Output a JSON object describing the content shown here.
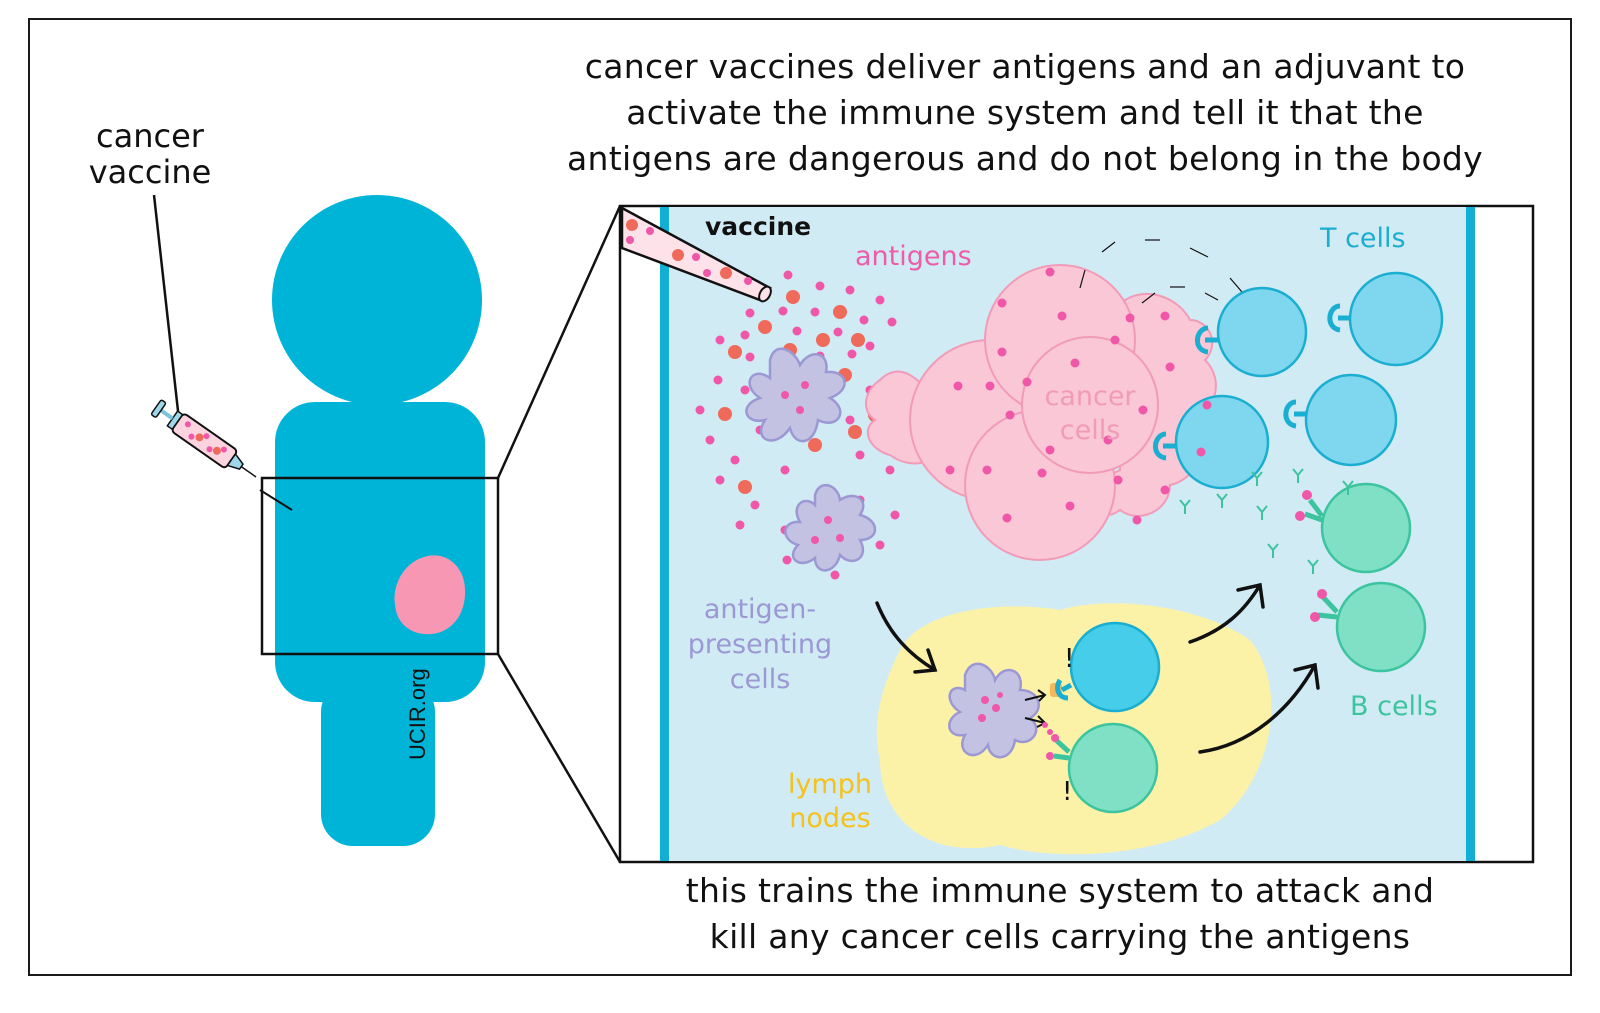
{
  "header": {
    "caption_lines": [
      "cancer vaccines deliver antigens and an adjuvant to",
      "activate the immune system and tell it that the",
      "antigens are dangerous and do not belong in the body"
    ]
  },
  "footer": {
    "caption_lines": [
      "this trains the immune system to attack and",
      "kill any cancer cells carrying the antigens"
    ]
  },
  "left_panel": {
    "syringe_label_lines": [
      "cancer",
      "vaccine"
    ],
    "watermark": "UCIR.org"
  },
  "inset": {
    "labels": {
      "vaccine": "vaccine",
      "antigens": "antigens",
      "t_cells": "T cells",
      "cancer_cells_lines": [
        "cancer",
        "cells"
      ],
      "apc_lines": [
        "antigen-",
        "presenting",
        "cells"
      ],
      "lymph_nodes_lines": [
        "lymph",
        "nodes"
      ],
      "b_cells": "B cells"
    },
    "warning_mark": "!"
  },
  "colors": {
    "body_blue": "#00b4d8",
    "tumor_pink": "#f797b4",
    "inset_bg": "#d1ebf5",
    "antigen_magenta": "#f057a8",
    "adjuvant_red": "#ef6a5a",
    "apc_lavender": "#c3c2e2",
    "apc_stroke": "#9b98d4",
    "cancer_pink": "#f9c7d6",
    "cancer_stroke": "#f29bb8",
    "t_cell_fill": "#7ed6ef",
    "t_cell_stroke": "#1aaed0",
    "b_cell_fill": "#7fe0c5",
    "b_cell_stroke": "#3cc49f",
    "lymph_yellow": "#fcf2a7",
    "t_label": "#1aaed0",
    "b_label": "#3cc49f",
    "apc_label": "#9b98d4",
    "lymph_label": "#f5c11a",
    "antigen_label": "#ee5ba8"
  }
}
